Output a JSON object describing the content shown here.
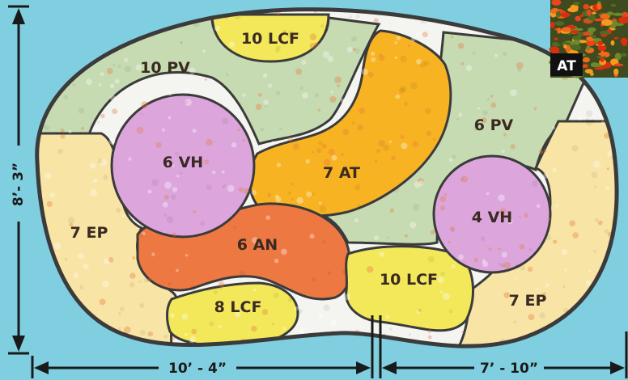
{
  "bed": {
    "regions": [
      {
        "id": "lcf-top",
        "label": "10 LCF",
        "color": "#f3e85a"
      },
      {
        "id": "pv-left",
        "label": "10 PV",
        "color": "#c7dbb2"
      },
      {
        "id": "vh-left",
        "label": "6 VH",
        "color": "#dca6dd"
      },
      {
        "id": "at",
        "label": "7 AT",
        "color": "#f7b322"
      },
      {
        "id": "pv-right",
        "label": "6 PV",
        "color": "#c7dbb2"
      },
      {
        "id": "ep-left",
        "label": "7 EP",
        "color": "#f8e4a4"
      },
      {
        "id": "vh-right",
        "label": "4 VH",
        "color": "#dca6dd"
      },
      {
        "id": "an",
        "label": "6 AN",
        "color": "#ee7842"
      },
      {
        "id": "lcf-bottom-mid",
        "label": "10 LCF",
        "color": "#f3e85a"
      },
      {
        "id": "lcf-bottom-left",
        "label": "8 LCF",
        "color": "#f3e85a"
      },
      {
        "id": "ep-right",
        "label": "7 EP",
        "color": "#f8e4a4"
      }
    ]
  },
  "dimensions": {
    "height": "8’- 3”",
    "width_left": "10’ - 4”",
    "width_right": "7’ - 10”"
  },
  "thumbnail": {
    "label": "AT"
  },
  "colors": {
    "background": "#7fcfe0",
    "outline": "#3b3b3b"
  }
}
